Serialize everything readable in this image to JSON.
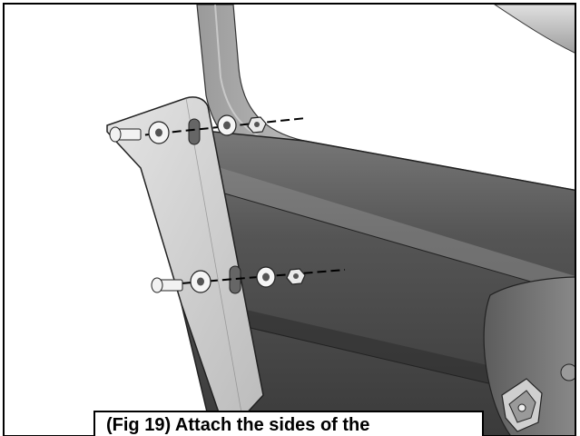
{
  "caption": {
    "text": "(Fig 19) Attach the sides of the"
  },
  "colors": {
    "frame_border": "#000000",
    "panel_dark": "#3d3d3d",
    "panel_mid": "#6a6a6a",
    "panel_light": "#8c8c8c",
    "bracket_fill": "#d8d8d8",
    "tube_fill": "#b5b5b5",
    "hardware": "#f2f2f2"
  },
  "parts": [
    "bracket-plate",
    "upper-bolt",
    "upper-washer-front",
    "upper-washer-back",
    "upper-nut",
    "lower-bolt",
    "lower-washer-front",
    "lower-washer-back",
    "lower-nut",
    "frame-tube",
    "side-panel",
    "hanger-clip"
  ]
}
